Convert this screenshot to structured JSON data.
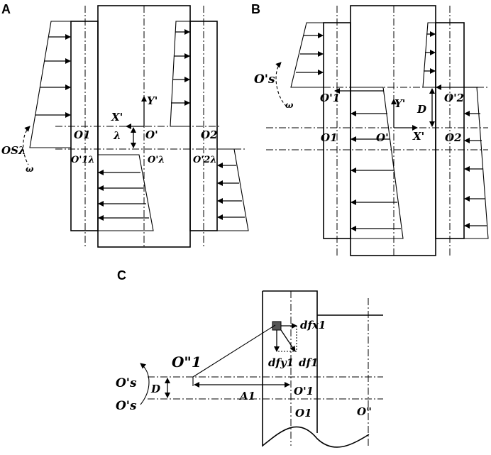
{
  "panels": {
    "a": {
      "tag": "A",
      "labels": {
        "y_axis": "Y'",
        "x_axis": "X'",
        "lambda": "λ",
        "o1": "O1",
        "o_prime": "O'",
        "o2": "O2",
        "o_s_lambda": "OSλ",
        "omega": "ω",
        "o1_lambda": "O'1λ",
        "o_lambda": "O'λ",
        "o2_lambda": "O'2λ"
      }
    },
    "b": {
      "tag": "B",
      "labels": {
        "o_s_prime": "O's",
        "omega": "ω",
        "o1_prime": "O'1",
        "y_axis": "Y'",
        "d": "D",
        "o2_prime": "O'2",
        "o1": "O1",
        "o_prime": "O'",
        "x_axis": "X'",
        "o2": "O2"
      }
    },
    "c": {
      "tag": "C",
      "labels": {
        "df_x1": "dfx1",
        "df_y1": "dfy1",
        "df_1": "df1",
        "o1_double_prime": "O\"1",
        "o_s_prime": "O's",
        "d": "D",
        "a1": "A1",
        "o1_prime": "O'1",
        "o_s": "O's",
        "o1": "O1",
        "o_double_prime": "O\""
      }
    }
  }
}
